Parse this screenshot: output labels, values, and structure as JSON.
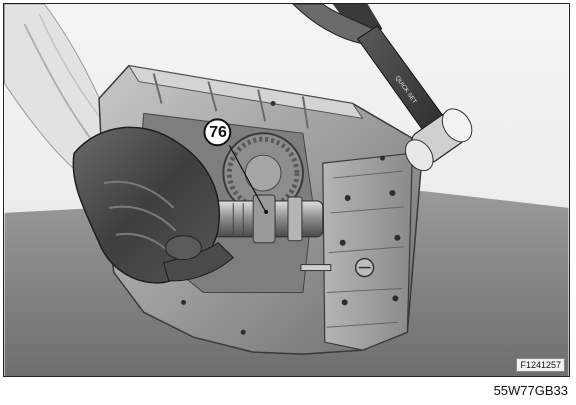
{
  "figure": {
    "callout_number": "76",
    "figure_code": "F1241257",
    "caption": "55W77GB33",
    "tool_handle_text": "QUICK SET"
  }
}
